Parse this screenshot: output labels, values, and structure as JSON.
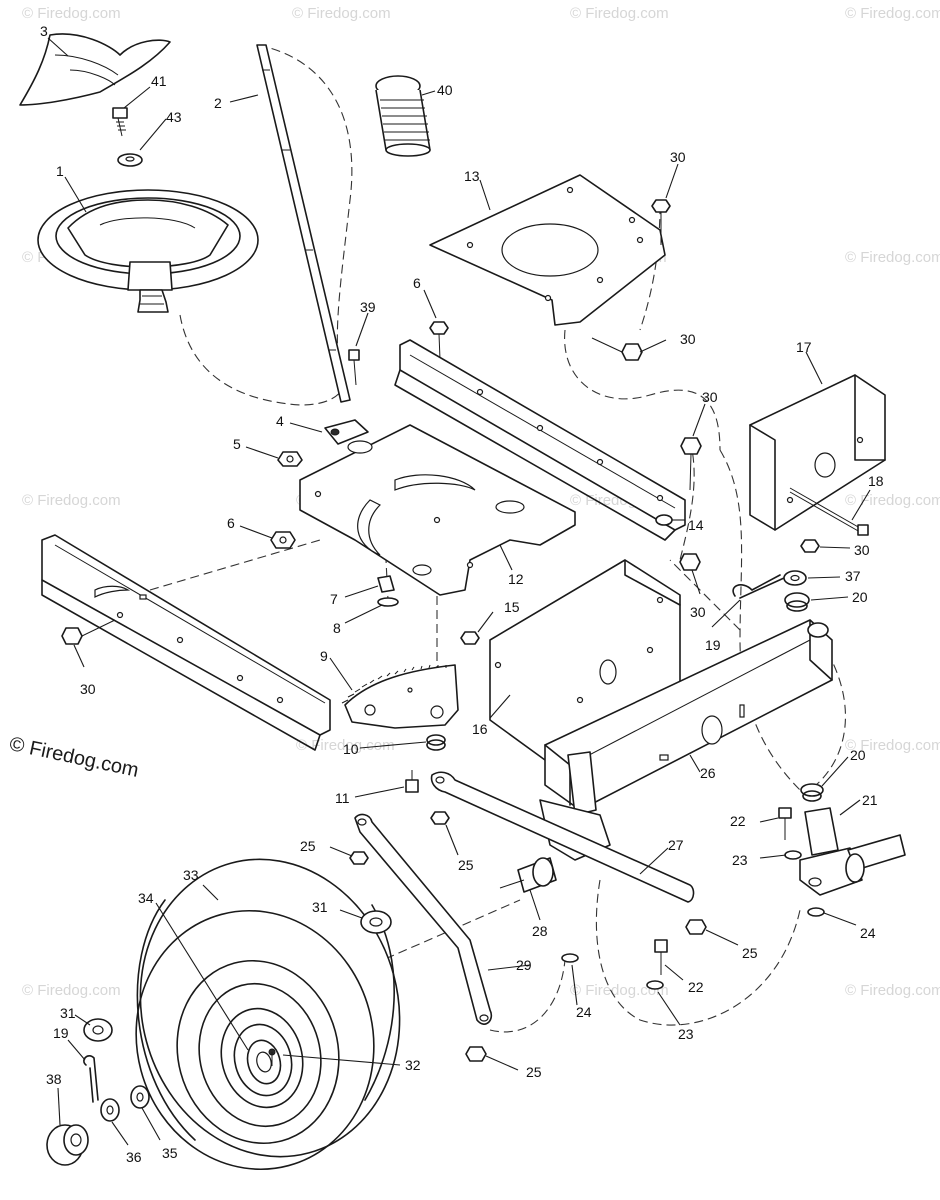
{
  "copyright": "© Firedog.com",
  "watermark": "© Firedog.com",
  "callouts": [
    "1",
    "2",
    "3",
    "4",
    "5",
    "6",
    "7",
    "8",
    "9",
    "10",
    "11",
    "12",
    "13",
    "14",
    "15",
    "16",
    "17",
    "18",
    "19",
    "20",
    "21",
    "22",
    "23",
    "24",
    "25",
    "26",
    "27",
    "28",
    "29",
    "30",
    "31",
    "32",
    "33",
    "34",
    "35",
    "36",
    "37",
    "38",
    "39",
    "40",
    "41",
    "43"
  ]
}
